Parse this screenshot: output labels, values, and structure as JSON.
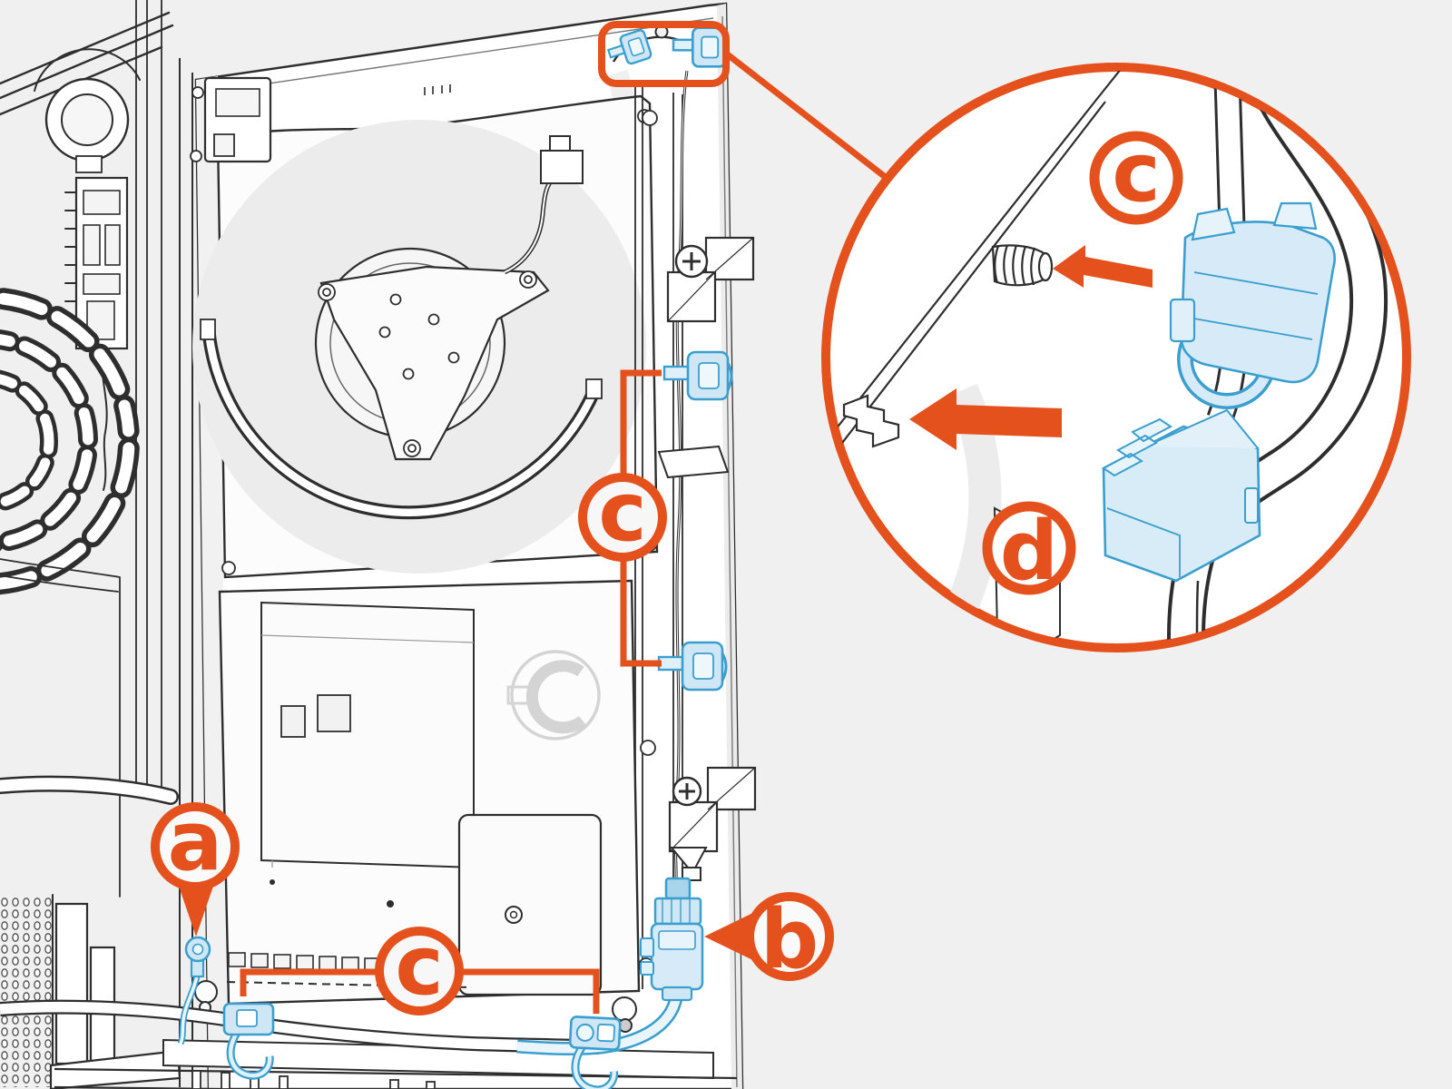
{
  "figure": {
    "kind": "appliance-door-service-diagram",
    "background_color": "#f0f0f1",
    "accent_color": "#e5511d",
    "highlight_fill": "#d6ebf7",
    "highlight_stroke": "#3a9ecf",
    "linework_color": "#2e2e2e",
    "panel_color": "#ffffff"
  },
  "callouts": {
    "a": {
      "label": "a"
    },
    "b": {
      "label": "b"
    },
    "c_rail": {
      "label": "c"
    },
    "c_bottom": {
      "label": "c"
    },
    "c_inset": {
      "label": "c"
    },
    "d_inset": {
      "label": "d"
    }
  },
  "icons": {
    "inset": "magnifier-circle",
    "arrow_small": "arrow-left",
    "arrow_large": "arrow-left"
  }
}
